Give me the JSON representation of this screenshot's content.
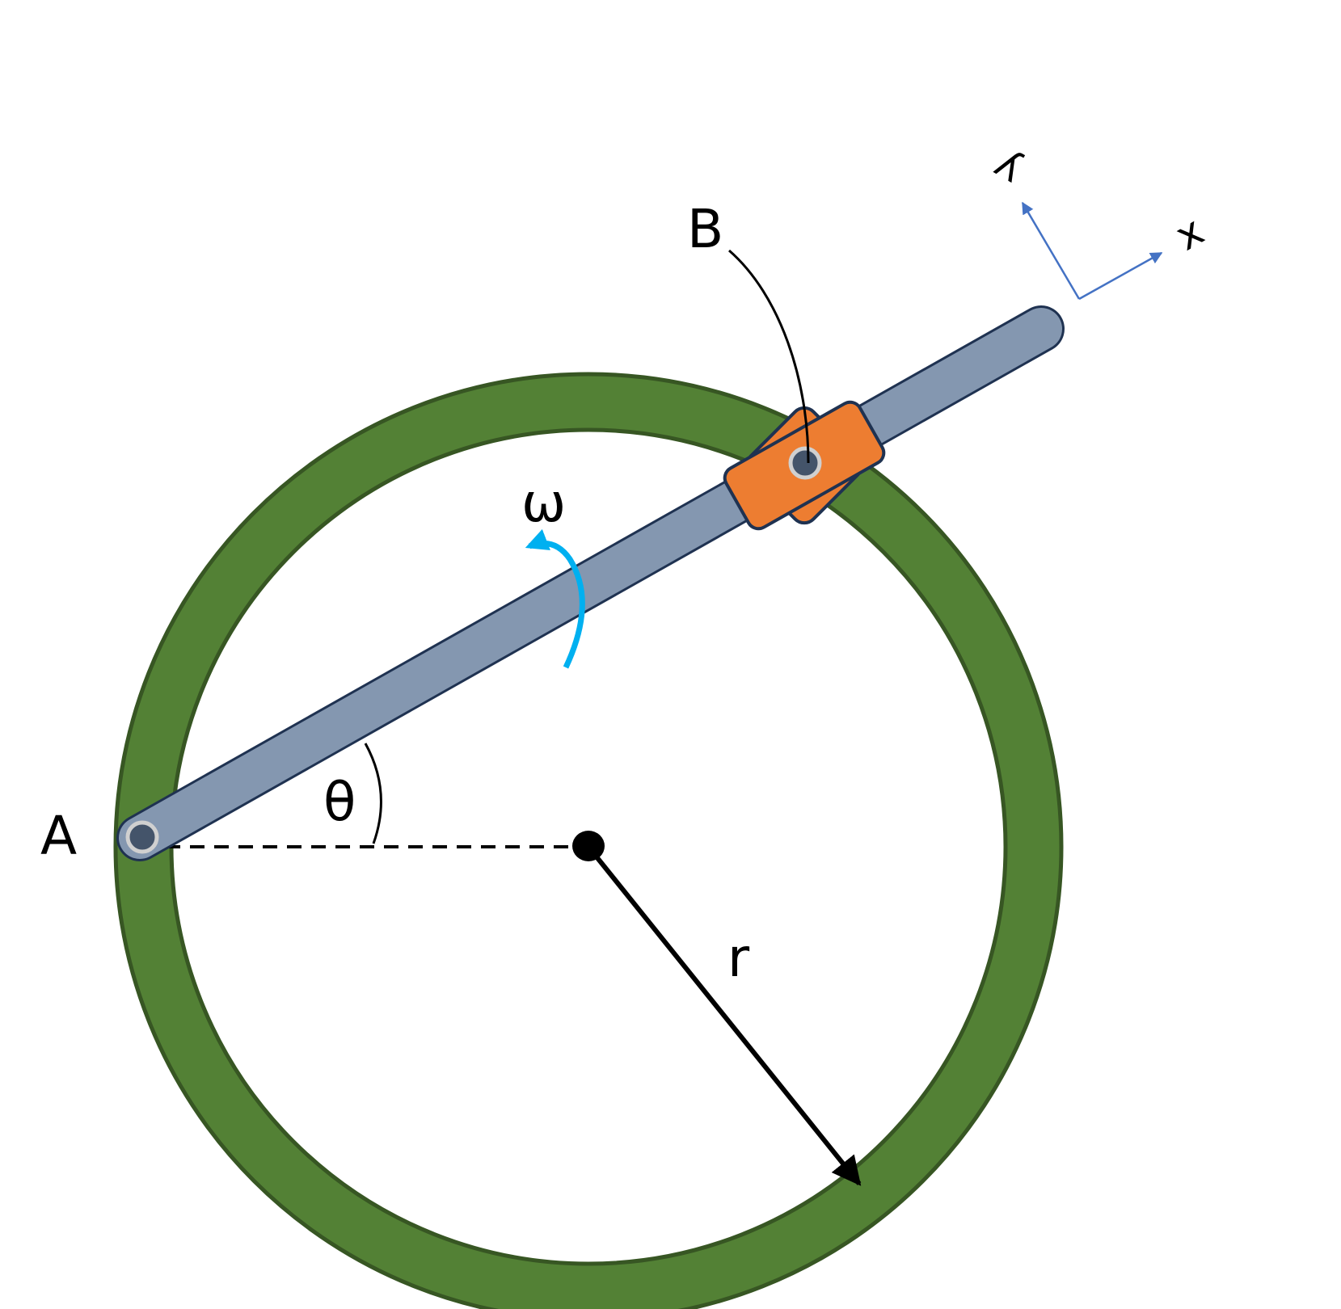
{
  "labels": {
    "point_a": "A",
    "point_b": "B",
    "angle": "θ",
    "angular_velocity": "ω",
    "radius": "r",
    "axis_x": "x",
    "axis_y": "y"
  },
  "colors": {
    "ring_fill": "#538135",
    "ring_stroke": "#375623",
    "rod_fill": "#8497b0",
    "rod_stroke": "#1f3251",
    "slider_fill": "#ed7d31",
    "pin_fill": "#44546a",
    "pin_ring": "#d0d0d0",
    "omega_arrow": "#00b0f0",
    "axes": "#4472c4",
    "ink": "#000000"
  }
}
